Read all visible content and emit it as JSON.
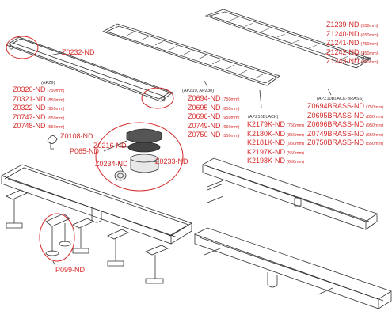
{
  "colors": {
    "label": "#d42a2a",
    "line": "#333333",
    "ellipse": "#d42a2a"
  },
  "groups": {
    "apz9": "(APZ9)",
    "apz10_30": "(APZ10, APZ30)",
    "apz10black": "(APZ10BLACK)",
    "apz10black_brass": "(APZ10BLACK-BRASS)",
    "apz18": "(APZ18)"
  },
  "apz18_parts": [
    {
      "code": "Z1239-ND",
      "size": "(550mm)"
    },
    {
      "code": "Z1240-ND",
      "size": "(650mm)"
    },
    {
      "code": "Z1241-ND",
      "size": "(750mm)"
    },
    {
      "code": "Z1242-ND",
      "size": "(850mm)"
    },
    {
      "code": "Z1243-ND",
      "size": "(950mm)"
    }
  ],
  "apz9_parts": [
    {
      "code": "Z0320-ND",
      "size": "(750mm)"
    },
    {
      "code": "Z0321-ND",
      "size": "(850mm)"
    },
    {
      "code": "Z0322-ND",
      "size": "(950mm)"
    },
    {
      "code": "Z0747-ND",
      "size": "(650mm)"
    },
    {
      "code": "Z0748-ND",
      "size": "(550mm)"
    }
  ],
  "apz10_parts": [
    {
      "code": "Z0694-ND",
      "size": "(750mm)"
    },
    {
      "code": "Z0695-ND",
      "size": "(850mm)"
    },
    {
      "code": "Z0696-ND",
      "size": "(950mm)"
    },
    {
      "code": "Z0749-ND",
      "size": "(650mm)"
    },
    {
      "code": "Z0750-ND",
      "size": "(550mm)"
    }
  ],
  "apz10black_parts": [
    {
      "code": "K2179K-ND",
      "size": "(750mm)"
    },
    {
      "code": "K2180K-ND",
      "size": "(850mm)"
    },
    {
      "code": "K2181K-ND",
      "size": "(950mm)"
    },
    {
      "code": "K2197K-ND",
      "size": "(550mm)"
    },
    {
      "code": "K2198K-ND",
      "size": "(650mm)"
    }
  ],
  "brass_parts": [
    {
      "code": "Z0694BRASS-ND",
      "size": "(750mm)"
    },
    {
      "code": "Z0695BRASS-ND",
      "size": "(850mm)"
    },
    {
      "code": "Z0696BRASS-ND",
      "size": "(950mm)"
    },
    {
      "code": "Z0749BRASS-ND",
      "size": "(650mm)"
    },
    {
      "code": "Z0750BRASS-ND",
      "size": "(550mm)"
    }
  ],
  "single_parts": {
    "z0232": "Z0232-ND",
    "z0108": "Z0108-ND",
    "p065": "P065-ND",
    "z0216": "Z0216-ND",
    "z0234": "Z0234-ND",
    "z0233": "Z0233-ND",
    "p099": "P099-ND"
  }
}
